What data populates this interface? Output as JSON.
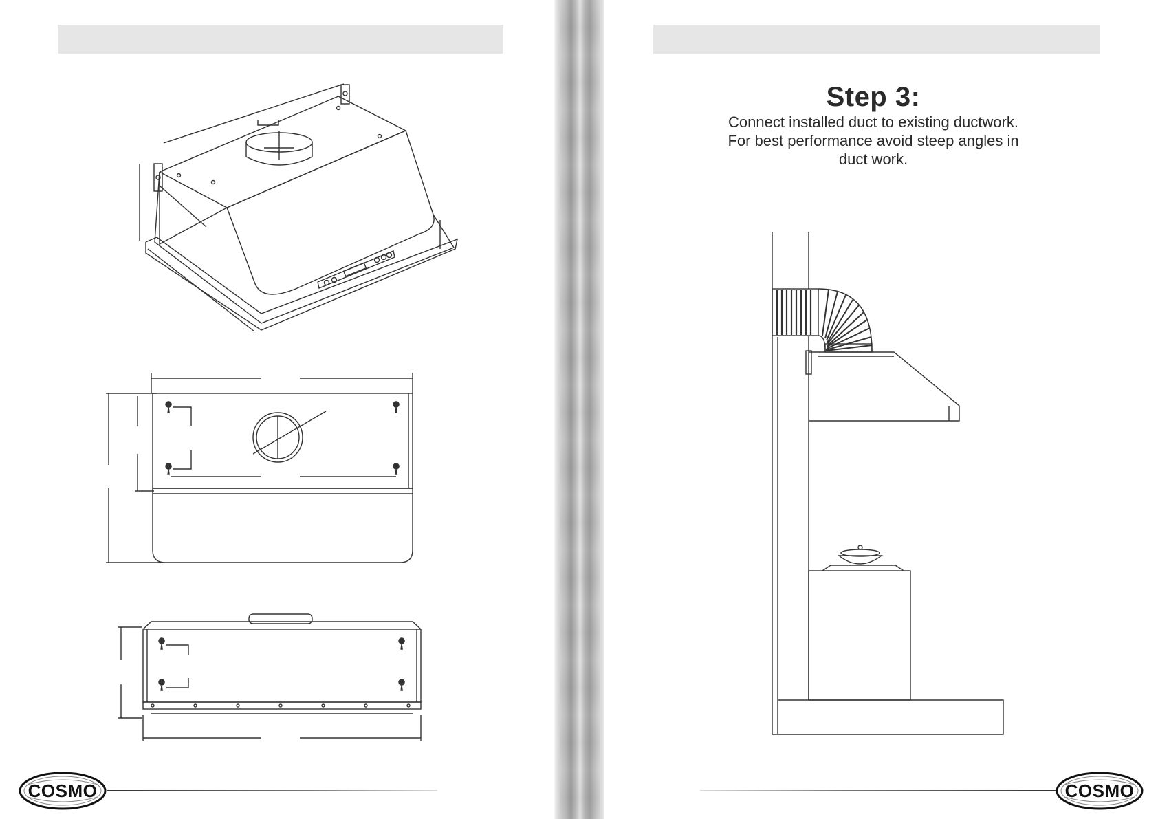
{
  "left_page": {
    "logo_text": "COSMO"
  },
  "right_page": {
    "step_title": "Step 3:",
    "instructions": [
      "Connect installed duct to existing ductwork.",
      "For best performance avoid steep angles in",
      "duct work."
    ],
    "logo_text": "COSMO"
  }
}
